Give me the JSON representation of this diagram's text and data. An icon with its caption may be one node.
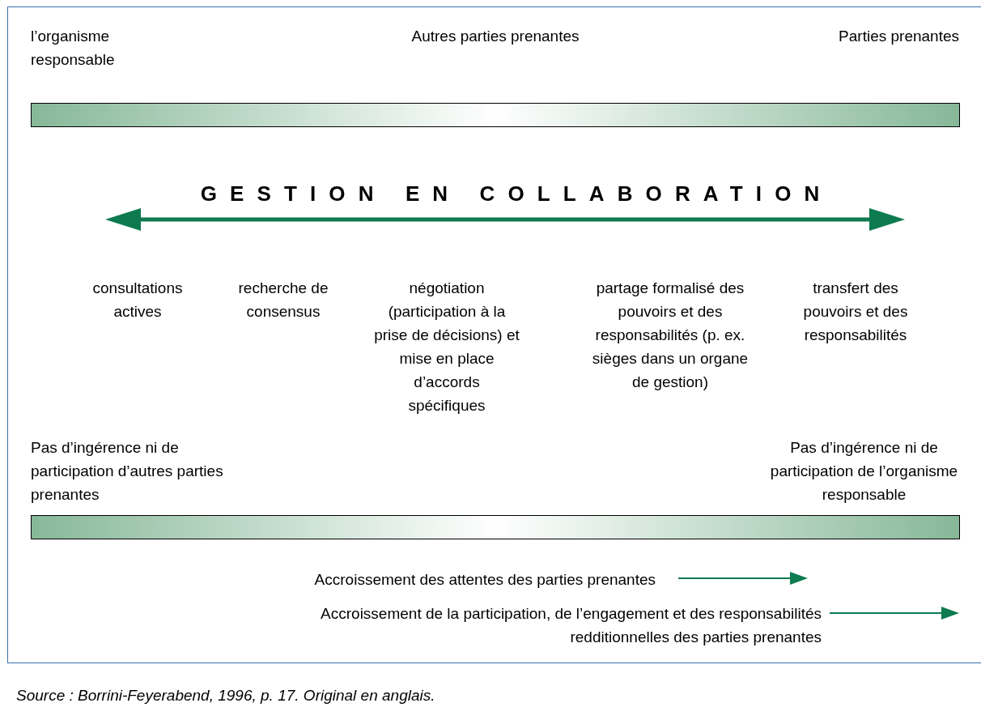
{
  "diagram": {
    "title": "GESTION EN COLLABORATION",
    "nodes": [
      {
        "text": [],
        "shape": "bar"
      },
      {
        "text": [],
        "shape": "bar"
      }
    ],
    "labels": [
      "l’organisme responsable",
      "Autres parties prenantes",
      "Parties prenantes",
      "consultations actives",
      "recherche de consensus",
      "négotiation (participation à la prise de décisions) et mise en place d’accords spécifiques",
      "partage formalisé des pouvoirs et des responsabilités (p. ex. sièges dans un organe de gestion)",
      "transfert des pouvoirs et des responsabilités",
      "Pas d’ingérence ni de participation d’autres parties prenantes",
      "Pas d’ingérence ni de participation de l’organisme responsable",
      "Accroissement des attentes des parties prenantes",
      "Accroissement de la participation, de l’engagement et des responsabilités redditionnelles des parties prenantes"
    ],
    "caption": "Source : Borrini-Feyerabend, 1996, p. 17. Original en anglais."
  }
}
